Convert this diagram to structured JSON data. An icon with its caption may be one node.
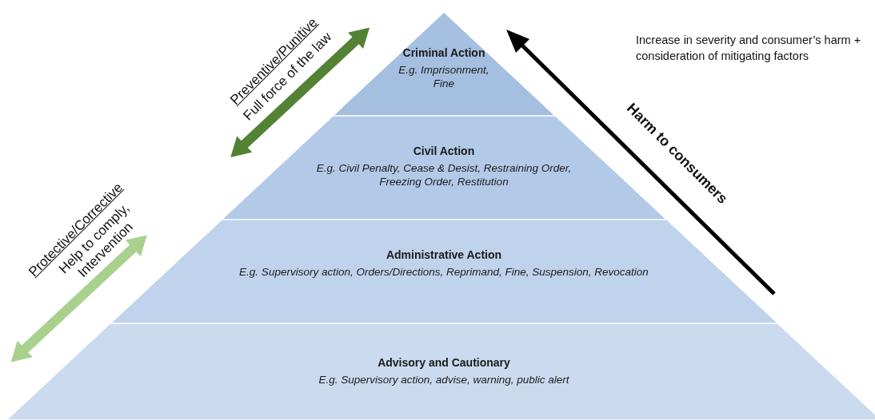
{
  "diagram": {
    "nodes": [
      {
        "text": [
          "Criminal Action",
          "E.g. Imprisonment, Fine"
        ]
      },
      {
        "text": [
          "Civil Action",
          "E.g. Civil Penalty, Cease & Desist, Restraining Order, Freezing Order, Restitution"
        ]
      },
      {
        "text": [
          "Administrative Action",
          "E.g. Supervisory action, Orders/Directions, Reprimand, Fine, Suspension, Revocation"
        ]
      },
      {
        "text": [
          "Advisory and Cautionary",
          "E.g. Supervisory action, advise, warning, public alert"
        ]
      }
    ],
    "edges": [
      {
        "from": 1,
        "to": 0,
        "arrow": "both",
        "color": "#548235"
      },
      {
        "from": 3,
        "to": 2,
        "arrow": "both",
        "color": "#a9d18e"
      }
    ],
    "labels": [
      "Preventive/Punitive",
      "Full force of the law",
      "Protective/Corrective",
      "Help to comply, Intervention",
      "Increase in severity and consumer’s harm + consideration of mitigating factors",
      "Harm to consumers"
    ]
  }
}
